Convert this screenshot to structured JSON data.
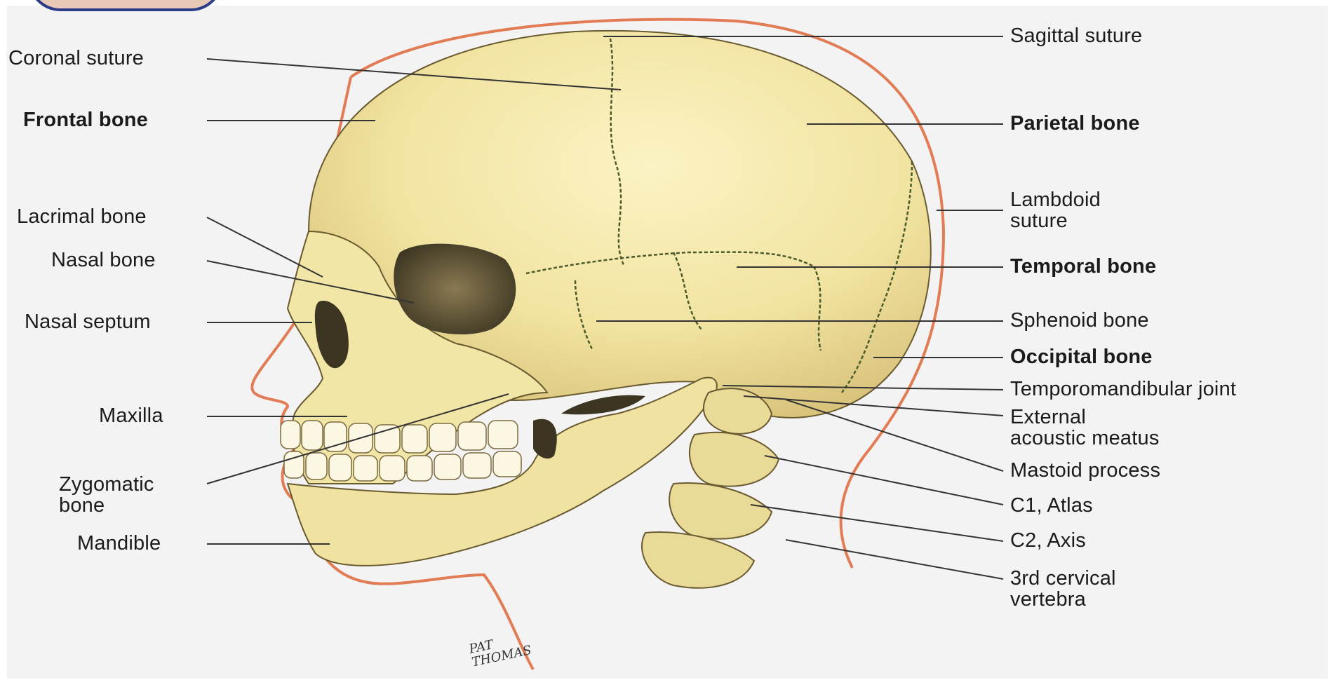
{
  "labels_left": {
    "coronal_suture": "Coronal suture",
    "frontal_bone": "Frontal bone",
    "lacrimal_bone": "Lacrimal bone",
    "nasal_bone": "Nasal bone",
    "nasal_septum": "Nasal septum",
    "maxilla": "Maxilla",
    "zygomatic_bone_line1": "Zygomatic",
    "zygomatic_bone_line2": "bone",
    "mandible": "Mandible"
  },
  "labels_right": {
    "sagittal_suture": "Sagittal suture",
    "parietal_bone": "Parietal bone",
    "lambdoid_suture_line1": "Lambdoid",
    "lambdoid_suture_line2": "suture",
    "temporal_bone": "Temporal bone",
    "sphenoid_bone": "Sphenoid bone",
    "occipital_bone": "Occipital bone",
    "temporomandibular_joint": "Temporomandibular joint",
    "external_acoustic_meatus_line1": "External",
    "external_acoustic_meatus_line2": "acoustic meatus",
    "mastoid_process": "Mastoid process",
    "c1_atlas": "C1, Atlas",
    "c2_axis": "C2, Axis",
    "third_cervical_vertebra_line1": "3rd cervical",
    "third_cervical_vertebra_line2": "vertebra"
  },
  "signature": {
    "line1": "PAT",
    "line2": "THOMAS"
  },
  "colors": {
    "bone": "#f2e6a6",
    "bone_shadow": "#d9c57a",
    "skin_outline": "#e27c55",
    "suture": "#4a5a2a",
    "leader_line": "#333333",
    "background": "#f3f3f3"
  }
}
